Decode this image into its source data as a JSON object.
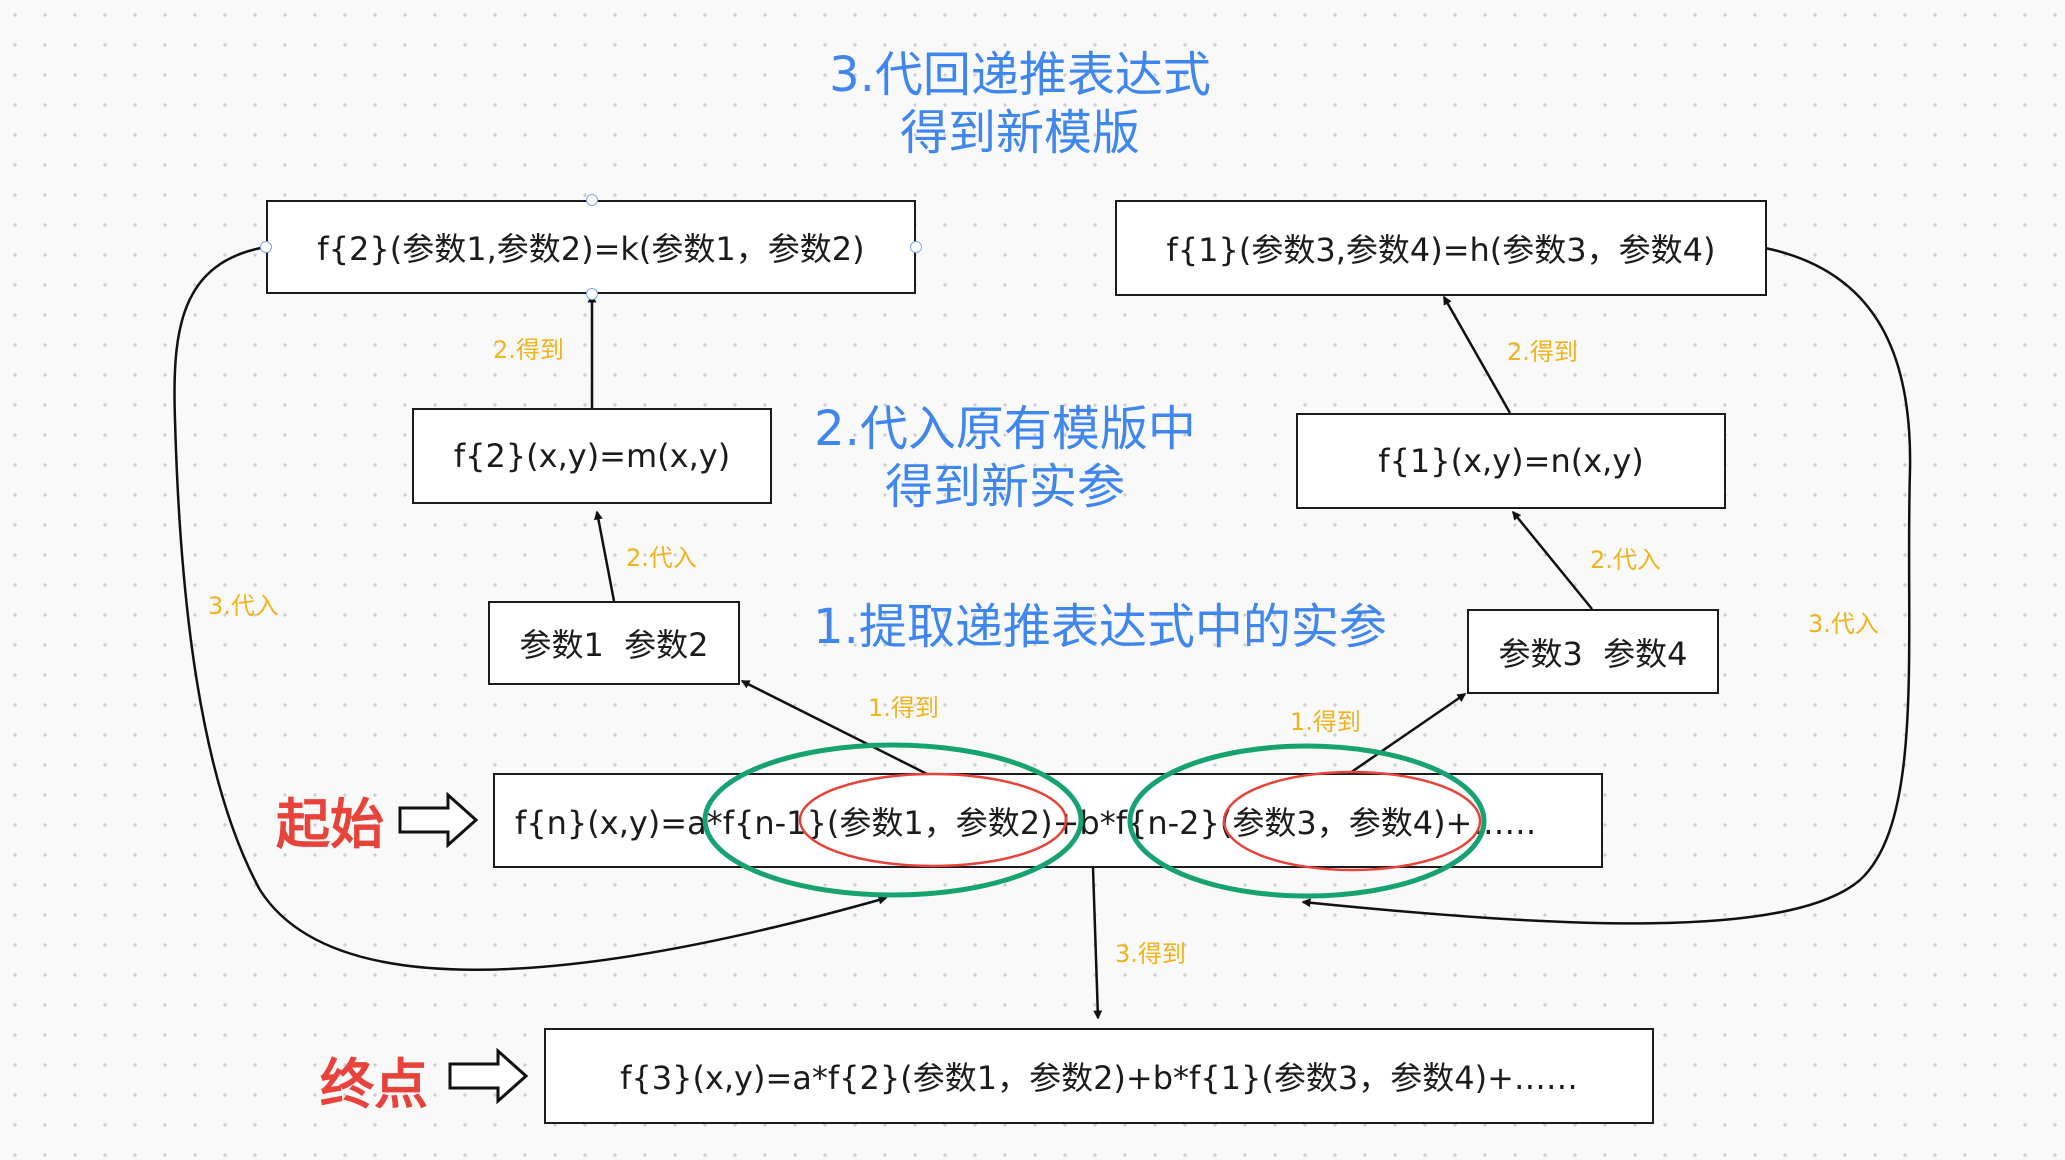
{
  "titles": {
    "step3_line1": "3.代回递推表达式",
    "step3_line2": "得到新模版",
    "step2_line1": "2.代入原有模版中",
    "step2_line2": "得到新实参",
    "step1": "1.提取递推表达式中的实参"
  },
  "boxes": {
    "template_f2": "f{2}(参数1,参数2)=k(参数1，参数2)",
    "template_f1": "f{1}(参数3,参数4)=h(参数3，参数4)",
    "f2_xy": "f{2}(x,y)=m(x,y)",
    "f1_xy": "f{1}(x,y)=n(x,y)",
    "params_12": "参数1  参数2",
    "params_34": "参数3  参数4",
    "start_formula": "f{n}(x,y)=a*f{n-1}(参数1，参数2)+b*f{n-2}(参数3，参数4)+……",
    "end_formula": "f{3}(x,y)=a*f{2}(参数1，参数2)+b*f{1}(参数3，参数4)+……"
  },
  "edge_labels": {
    "get_1_left": "1.得到",
    "get_1_right": "1.得到",
    "substitute_2_left": "2.代入",
    "substitute_2_right": "2.代入",
    "get_2_left": "2.得到",
    "get_2_right": "2.得到",
    "substitute_3_left": "3.代入",
    "substitute_3_right": "3.代入",
    "get_3": "3.得到"
  },
  "markers": {
    "start": "起始",
    "end": "终点"
  },
  "colors": {
    "blue_title": "#3f86ef",
    "orange_label": "#f2b21a",
    "red_marker": "#e8433b",
    "green_ellipse": "#16a36f",
    "red_ellipse": "#e8433b"
  }
}
